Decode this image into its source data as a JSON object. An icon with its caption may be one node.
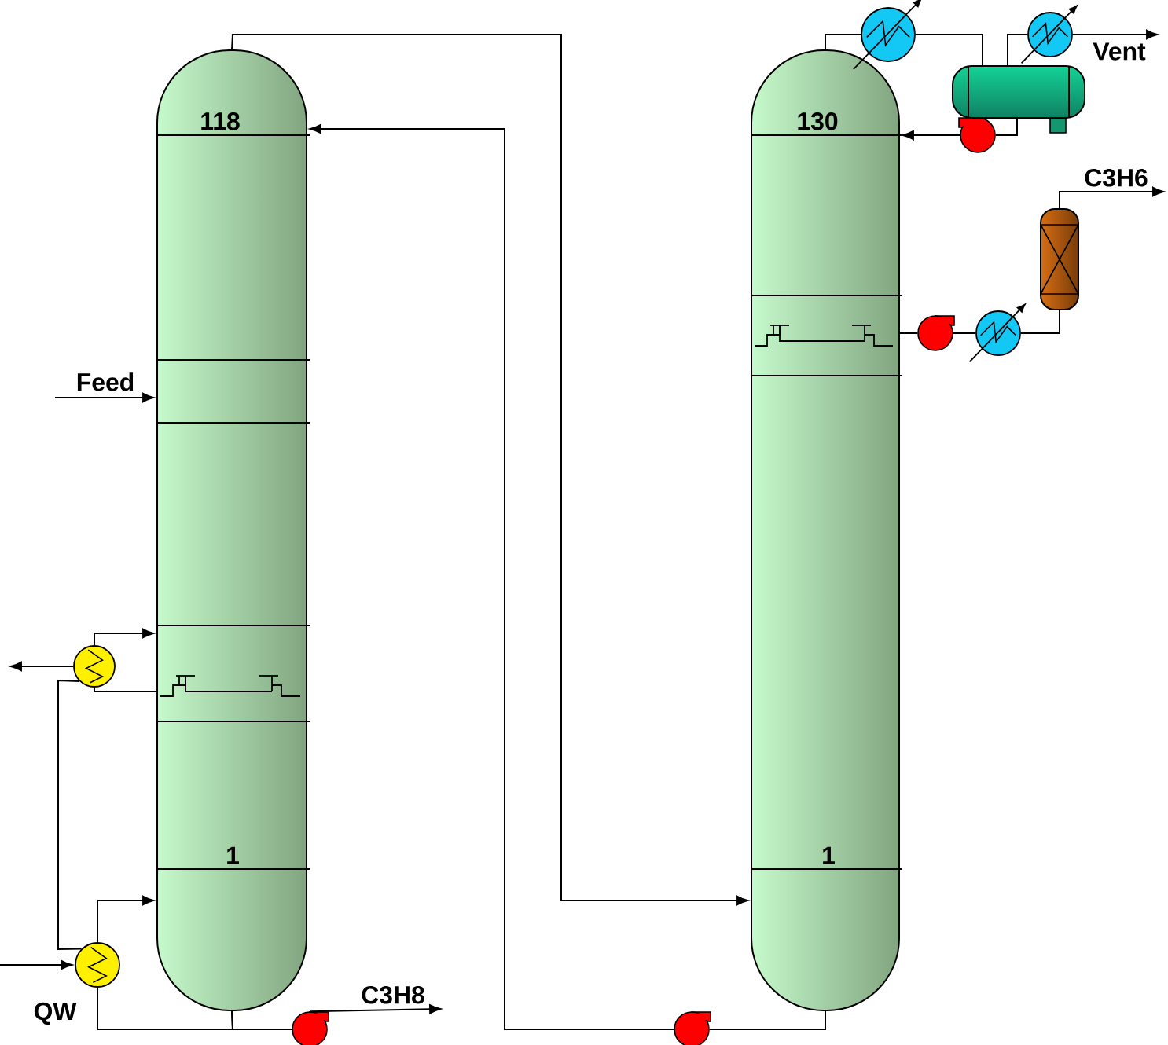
{
  "diagram": {
    "nodes": [
      {
        "text": [
          "118",
          "1"
        ]
      },
      {
        "text": [
          "130",
          "1"
        ]
      },
      {
        "text": [],
        "shape": "circle"
      },
      {
        "text": [],
        "shape": "circle"
      },
      {
        "text": [],
        "shape": "circle"
      },
      {
        "text": [],
        "shape": "circle"
      },
      {
        "text": [],
        "shape": "circle"
      },
      {
        "text": [],
        "shape": "cylinder"
      },
      {
        "text": [],
        "shape": "circle"
      },
      {
        "text": [],
        "shape": "circle"
      },
      {
        "text": [],
        "shape": "circle"
      },
      {
        "text": [],
        "shape": "circle"
      },
      {
        "text": [],
        "shape": "cylinder"
      }
    ],
    "edges": [
      {
        "from": 0,
        "to": 1,
        "arrow": "to"
      },
      {
        "from": 1,
        "to": 5,
        "arrow": "none"
      },
      {
        "from": 5,
        "to": 0,
        "arrow": "to"
      },
      {
        "from": 0,
        "to": 3,
        "arrow": "none"
      },
      {
        "from": 3,
        "to": 0,
        "arrow": "to"
      },
      {
        "from": 0,
        "to": 4,
        "arrow": "none"
      },
      {
        "from": 4,
        "to": null,
        "arrow": "to",
        "label": "C3H8"
      },
      {
        "from": null,
        "to": 0,
        "arrow": "to"
      },
      {
        "from": 0,
        "to": 2,
        "arrow": "none"
      },
      {
        "from": 2,
        "to": 0,
        "arrow": "to"
      },
      {
        "from": 2,
        "to": null,
        "arrow": "to"
      },
      {
        "from": 3,
        "to": 2,
        "arrow": "none"
      },
      {
        "from": null,
        "to": 3,
        "arrow": "to"
      },
      {
        "from": 1,
        "to": 6,
        "arrow": "none"
      },
      {
        "from": 6,
        "to": 7,
        "arrow": "none"
      },
      {
        "from": 7,
        "to": 8,
        "arrow": "none"
      },
      {
        "from": 8,
        "to": null,
        "arrow": "to",
        "label": "Vent"
      },
      {
        "from": 7,
        "to": 9,
        "arrow": "none"
      },
      {
        "from": 9,
        "to": 1,
        "arrow": "to"
      },
      {
        "from": 1,
        "to": 10,
        "arrow": "none"
      },
      {
        "from": 10,
        "to": 11,
        "arrow": "none"
      },
      {
        "from": 11,
        "to": 12,
        "arrow": "none"
      },
      {
        "from": 12,
        "to": null,
        "arrow": "to",
        "label": "C3H6"
      }
    ],
    "labels": [
      "Feed",
      "QW"
    ]
  }
}
